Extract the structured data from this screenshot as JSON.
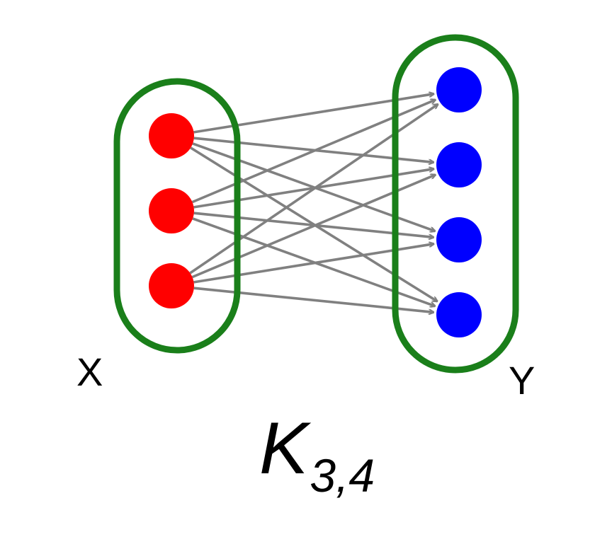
{
  "graph": {
    "set_x": {
      "label": "X",
      "node_count": 3,
      "node_color": "#ff0000",
      "boundary_color": "#1a7f1a"
    },
    "set_y": {
      "label": "Y",
      "node_count": 4,
      "node_color": "#0000ff",
      "boundary_color": "#1a7f1a"
    },
    "edge_color": "#808080",
    "edges": "complete-bipartite-directed-x-to-y",
    "title": {
      "main": "K",
      "subscript": "3,4"
    }
  }
}
